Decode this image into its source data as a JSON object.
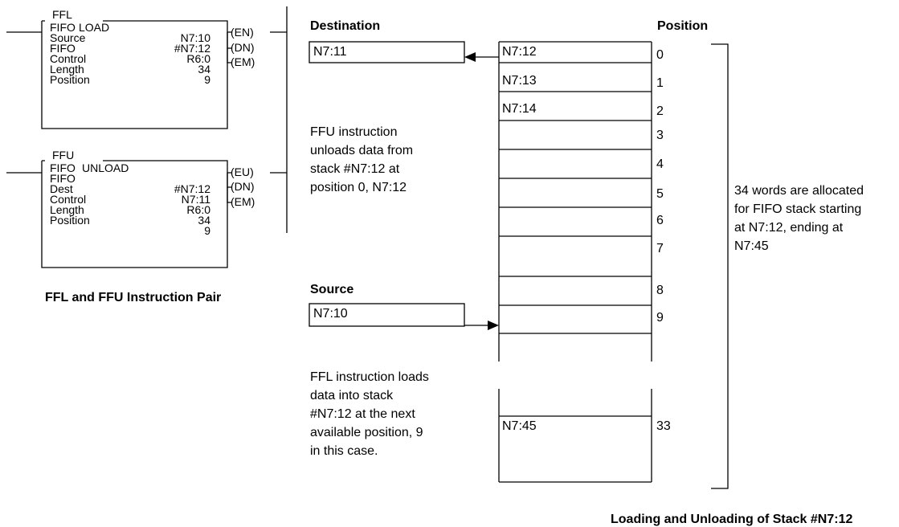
{
  "ffl": {
    "tag": "FFL",
    "header_left": "FIFO",
    "header_right": "LOAD",
    "rows": [
      {
        "label": "Source",
        "value": "N7:10"
      },
      {
        "label": "FIFO",
        "value": "#N7:12"
      },
      {
        "label": "Control",
        "value": "R6:0"
      },
      {
        "label": "Length",
        "value": "34"
      },
      {
        "label": "Position",
        "value": "9"
      }
    ],
    "outputs": [
      "(EN)",
      "(DN)",
      "(EM)"
    ]
  },
  "ffu": {
    "tag": "FFU",
    "header_left": "FIFO",
    "header_right": "UNLOAD",
    "rows": [
      {
        "label": "FIFO",
        "value": "#N7:12"
      },
      {
        "label": "Dest",
        "value": "N7:11"
      },
      {
        "label": "Control",
        "value": "R6:0"
      },
      {
        "label": "Length",
        "value": "34"
      },
      {
        "label": "Position",
        "value": "9"
      }
    ],
    "outputs": [
      "(EU)",
      "(DN)",
      "(EM)"
    ]
  },
  "left_caption": "FFL and FFU Instruction Pair",
  "destination": {
    "heading": "Destination",
    "value": "N7:11"
  },
  "source": {
    "heading": "Source",
    "value": "N7:10"
  },
  "position_heading": "Position",
  "ffu_note": [
    "FFU instruction",
    "unloads data from",
    "stack #N7:12 at",
    "position 0, N7:12"
  ],
  "ffl_note": [
    "FFL instruction loads",
    "data into stack",
    "#N7:12 at the next",
    "available position, 9",
    "in this case."
  ],
  "stack_cells": [
    "N7:12",
    "N7:13",
    "N7:14",
    "",
    "",
    "",
    "",
    "",
    "",
    ""
  ],
  "stack_positions": [
    "0",
    "1",
    "2",
    "3",
    "4",
    "5",
    "6",
    "7",
    "8",
    "9"
  ],
  "stack_last": {
    "label": "N7:45",
    "position": "33"
  },
  "bracket_note": [
    "34 words are allocated",
    "for FIFO stack starting",
    "at N7:12, ending at",
    "N7:45"
  ],
  "stack_caption": "Loading and Unloading of Stack #N7:12"
}
